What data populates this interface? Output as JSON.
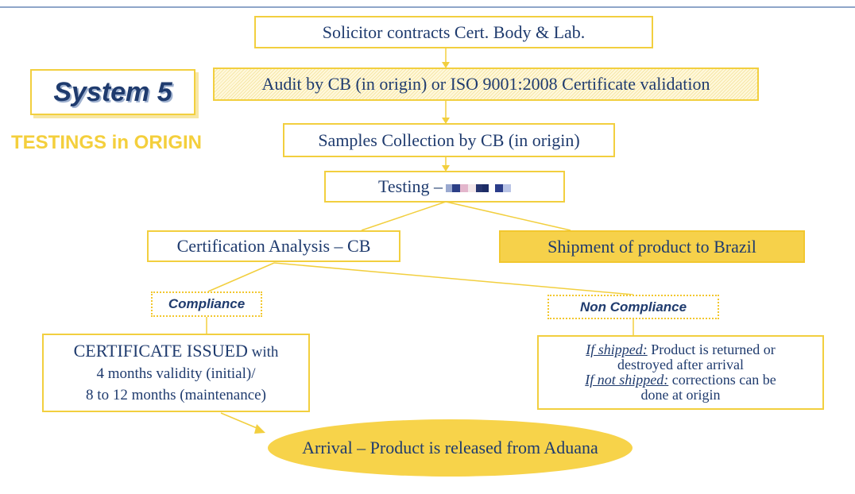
{
  "diagram": {
    "system_label": "System 5",
    "subtitle": "TESTINGS in ORIGIN",
    "nodes": {
      "solicitor": "Solicitor contracts Cert. Body & Lab.",
      "audit": "Audit by CB (in origin) or ISO 9001:2008 Certificate  validation",
      "samples": "Samples Collection by CB (in origin)",
      "testing": "Testing – ",
      "certification": "Certification Analysis – CB",
      "shipment": "Shipment of product to Brazil",
      "compliance": "Compliance",
      "non_compliance": "Non Compliance",
      "certificate_title": "CERTIFICATE ISSUED",
      "certificate_with": " with",
      "certificate_line2": "4 months validity (initial)/",
      "certificate_line3": "8 to 12 months (maintenance)",
      "if_shipped_label": "If shipped:",
      "if_shipped_text": " Product is returned or",
      "if_shipped_text2": "destroyed after arrival",
      "if_not_shipped_label": "If not shipped:",
      "if_not_shipped_text": " corrections can be",
      "if_not_shipped_text2": "done at origin",
      "arrival": "Arrival – Product is released from Aduana"
    },
    "colors": {
      "accent_yellow": "#f2cf3f",
      "fill_yellow": "#f6d14a",
      "text_navy": "#1f3b6e"
    }
  }
}
